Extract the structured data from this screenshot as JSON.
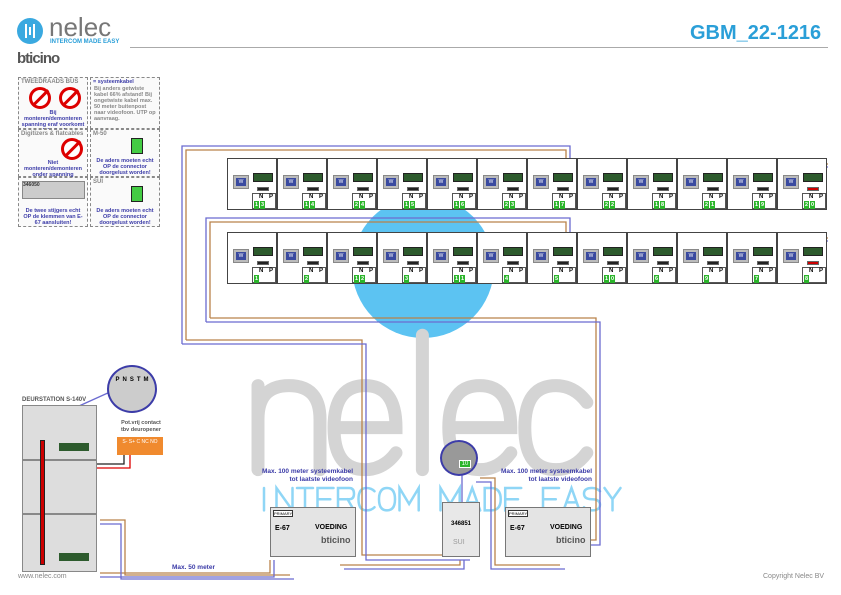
{
  "header": {
    "brand": "nelec",
    "tagline": "INTERCOM MADE EASY",
    "partner": "bticino",
    "doc_id": "GBM_22-1216"
  },
  "legend": {
    "bus_title": "TWEEDRAADS BUS",
    "bus_warning": "Bij monteren/demonteren spanning eraf voorkomt defecten!",
    "cable_title": "= systeemkabel",
    "cable_text": "Bij anders getwiste kabel 66% afstand! Bij ongetwiste kabel max. 50 meter buitenpost naar videofoon. UTP op aanvraag.",
    "digitizer_title": "Digitizers & flatcables",
    "digitizer_warning": "Niet monteren/demonteren onder spanning Beldrukkers mogen wel",
    "m50_title": "M-50",
    "m50_text": "De aders moeten echt OP de connector doorgelust worden!",
    "e67_label": "346050",
    "e67_text": "De twee stijgers echt OP de klemmen van E-67 aansluiten!",
    "sui_title": "SUI",
    "sui_text": "De aders moeten echt OP de connector doorgelust worden!"
  },
  "units": {
    "monitor_label": "W",
    "n_label": "N",
    "p_label": "P",
    "top_row": [
      "13",
      "14",
      "24",
      "15",
      "16",
      "23",
      "17",
      "22",
      "18",
      "21",
      "19",
      "20"
    ],
    "bottom_row": [
      "1",
      "2",
      "12",
      "3",
      "11",
      "4",
      "5",
      "10",
      "6",
      "9",
      "7",
      "8"
    ]
  },
  "door_station": {
    "title": "DEURSTATION S-140V",
    "terminals": [
      "P",
      "N",
      "S",
      "T",
      "M"
    ]
  },
  "contact": {
    "title": "Pot.vrij contact tbv deuropener",
    "terminals": "S- S+ C NC NO"
  },
  "psu_left": {
    "model": "E-67",
    "label": "VOEDING",
    "brand": "bticino",
    "primary": "PRIMARY",
    "note": "Max. 100 meter systeemkabel tot laatste videofoon"
  },
  "psu_right": {
    "model": "E-67",
    "label": "VOEDING",
    "brand": "bticino",
    "primary": "PRIMARY",
    "note": "Max. 100 meter systeemkabel tot laatste videofoon"
  },
  "sui": {
    "code": "346851",
    "name": "SUI",
    "bubble_value": "10"
  },
  "cable_note": "Max. 50 meter",
  "watermark": {
    "brand": "nelec",
    "tagline": "INTERCOM MADE EASY"
  },
  "footer": {
    "url": "www.nelec.com",
    "copyright": "Copyright Nelec BV"
  },
  "colors": {
    "accent": "#2a9fd8",
    "wire_brown": "#b9824a",
    "wire_blue": "#6b6bd0",
    "terminal_green": "#2bb52b"
  }
}
